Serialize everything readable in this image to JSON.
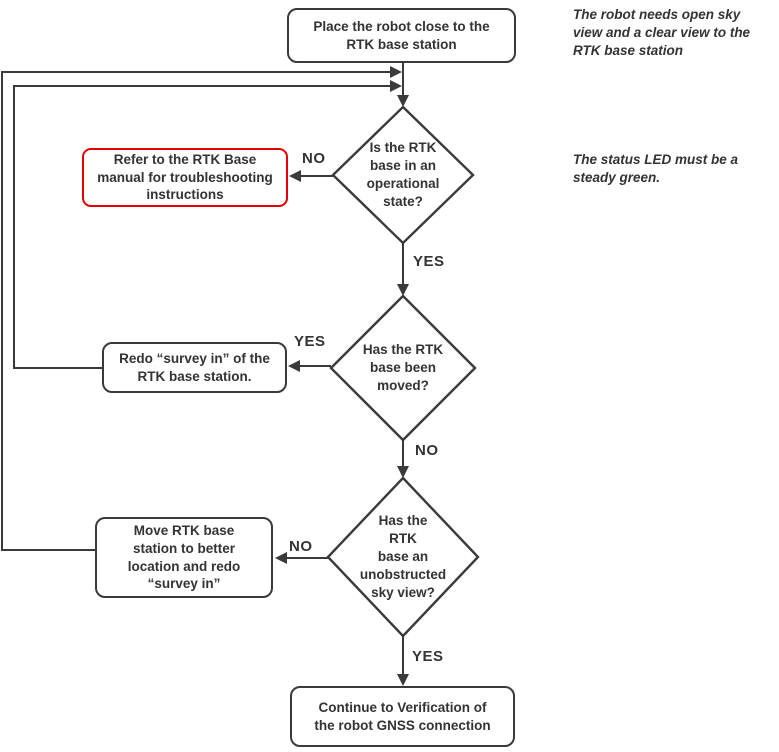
{
  "colors": {
    "line": "#3a3a3a",
    "text": "#333333",
    "alert_border": "#e60000",
    "background": "#ffffff"
  },
  "nodes": {
    "start": {
      "text": "Place the robot close to the\nRTK base station"
    },
    "refer_manual": {
      "text": "Refer to the RTK Base\nmanual for troubleshooting\ninstructions"
    },
    "decision_operational": {
      "text": "Is the RTK\nbase in an\noperational\nstate?"
    },
    "redo_survey": {
      "text": "Redo “survey in” of the\nRTK base station."
    },
    "decision_moved": {
      "text": "Has the RTK\nbase been\nmoved?"
    },
    "move_station": {
      "text": "Move RTK base\nstation to better\nlocation and redo\n“survey in”"
    },
    "decision_sky": {
      "text": "Has the\nRTK\nbase an\nunobstructed\nsky view?"
    },
    "end": {
      "text": "Continue to Verification of\nthe robot GNSS connection"
    }
  },
  "edge_labels": {
    "no_operational": "NO",
    "yes_operational": "YES",
    "yes_moved": "YES",
    "no_moved": "NO",
    "no_sky": "NO",
    "yes_sky": "YES"
  },
  "notes": {
    "open_sky": {
      "text": "The robot needs open sky\nview and a clear view to the\nRTK base station"
    },
    "status_led": {
      "text": "The status LED  must be a\nsteady green."
    }
  }
}
